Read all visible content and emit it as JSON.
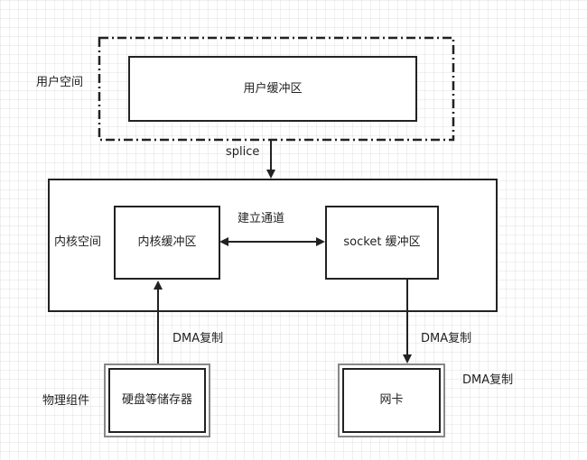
{
  "layers": {
    "user_space": "用户空间",
    "kernel_space": "内核空间",
    "physical": "物理组件"
  },
  "boxes": {
    "user_buffer": "用户缓冲区",
    "kernel_buffer": "内核缓冲区",
    "socket_buffer": "socket 缓冲区",
    "disk": "硬盘等储存器",
    "nic": "网卡"
  },
  "edges": {
    "splice": "splice",
    "channel": "建立通道",
    "dma_disk": "DMA复制",
    "dma_socket": "DMA复制",
    "dma_nic": "DMA复制"
  },
  "colors": {
    "stroke": "#222222",
    "grid": "#e6e6e6",
    "background": "#ffffff"
  }
}
